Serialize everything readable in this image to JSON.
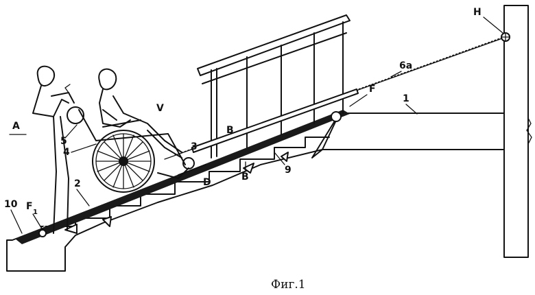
{
  "figure": {
    "caption": "Фиг.1",
    "labels": {
      "A": "A",
      "V": "V",
      "H": "H",
      "label_6a": "6a",
      "label_1": "1",
      "F_top": "F",
      "F1": "F",
      "F1_sub": "1",
      "label_10": "10",
      "label_2": "2",
      "label_4": "4",
      "label_5": "5",
      "label_9": "9",
      "B_upper": "B",
      "B_lower": "B",
      "D": "D",
      "label_3": "3"
    }
  },
  "colors": {
    "ink": "#111111",
    "hatch": "#222222",
    "paper": "#ffffff"
  }
}
